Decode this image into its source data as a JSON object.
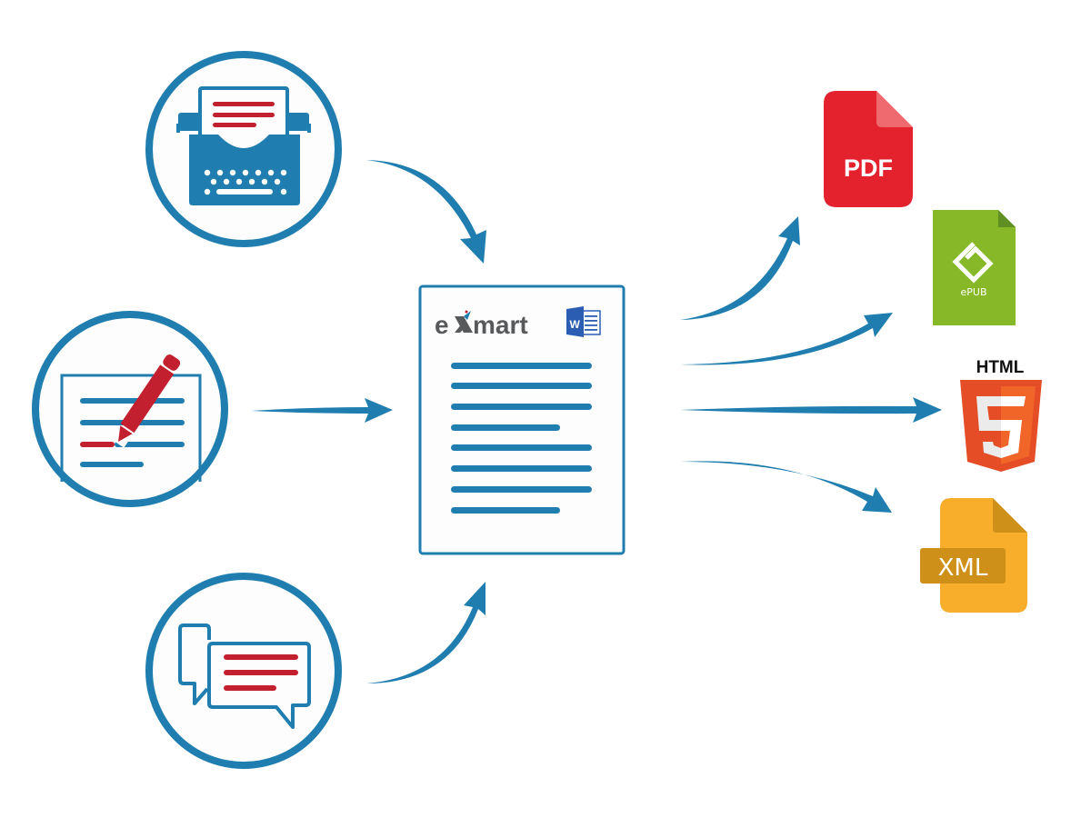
{
  "colors": {
    "primary_blue": "#1f7eaf",
    "accent_red": "#c2202e",
    "doc_bg": "#fdfdfd",
    "pdf_red": "#e3222e",
    "pdf_fold": "#ee6a6e",
    "epub_green": "#86b827",
    "epub_fold": "#5f8f23",
    "html_orange": "#e44d26",
    "html_light": "#f16529",
    "xml_yellow": "#f8ae2b",
    "xml_dark": "#cf9019",
    "logo_gray": "#58595b",
    "word_blue": "#2b5eb3"
  },
  "inputs": [
    {
      "name": "typewriter",
      "icon": "typewriter-icon"
    },
    {
      "name": "editing",
      "icon": "pencil-document-icon"
    },
    {
      "name": "conversation",
      "icon": "chat-bubbles-icon"
    }
  ],
  "document": {
    "logo_prefix": "e",
    "logo_suffix": "mart",
    "word_badge": "W",
    "line_count": 8
  },
  "outputs": [
    {
      "format": "pdf",
      "label": "PDF"
    },
    {
      "format": "epub",
      "label": "ePUB"
    },
    {
      "format": "html",
      "label": "HTML"
    },
    {
      "format": "xml",
      "label": "XML"
    }
  ]
}
